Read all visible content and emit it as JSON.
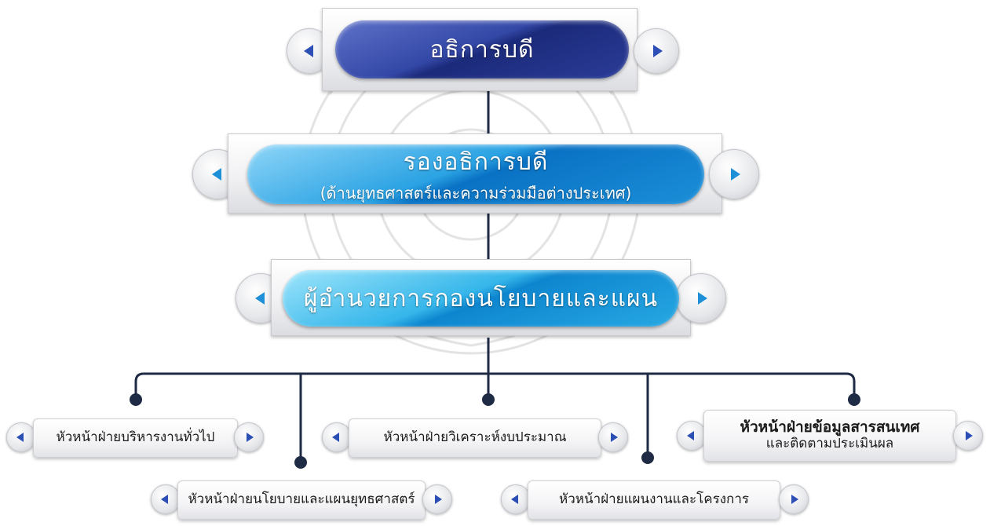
{
  "colors": {
    "line": "#1f2a44",
    "navy": "#2b3c98",
    "sky": "#1b8fd8",
    "arrow": "#2b4fb5"
  },
  "top": {
    "title": "อธิการบดี"
  },
  "vice": {
    "title": "รองอธิการบดี",
    "subtitle": "(ด้านยุทธศาสตร์และความร่วมมือต่างประเทศ)"
  },
  "director": {
    "title": "ผู้อำนวยการกองนโยบายและแผน"
  },
  "heads": [
    {
      "line1": "หัวหน้าฝ่ายบริหารงานทั่วไป"
    },
    {
      "line1": "หัวหน้าฝ่ายนโยบายและแผนยุทธศาสตร์"
    },
    {
      "line1": "หัวหน้าฝ่ายวิเคราะห์งบประมาณ"
    },
    {
      "line1": "หัวหน้าฝ่ายแผนงานและโครงการ"
    },
    {
      "line1": "หัวหน้าฝ่ายข้อมูลสารสนเทศ",
      "line2": "และติดตามประเมินผล"
    }
  ]
}
